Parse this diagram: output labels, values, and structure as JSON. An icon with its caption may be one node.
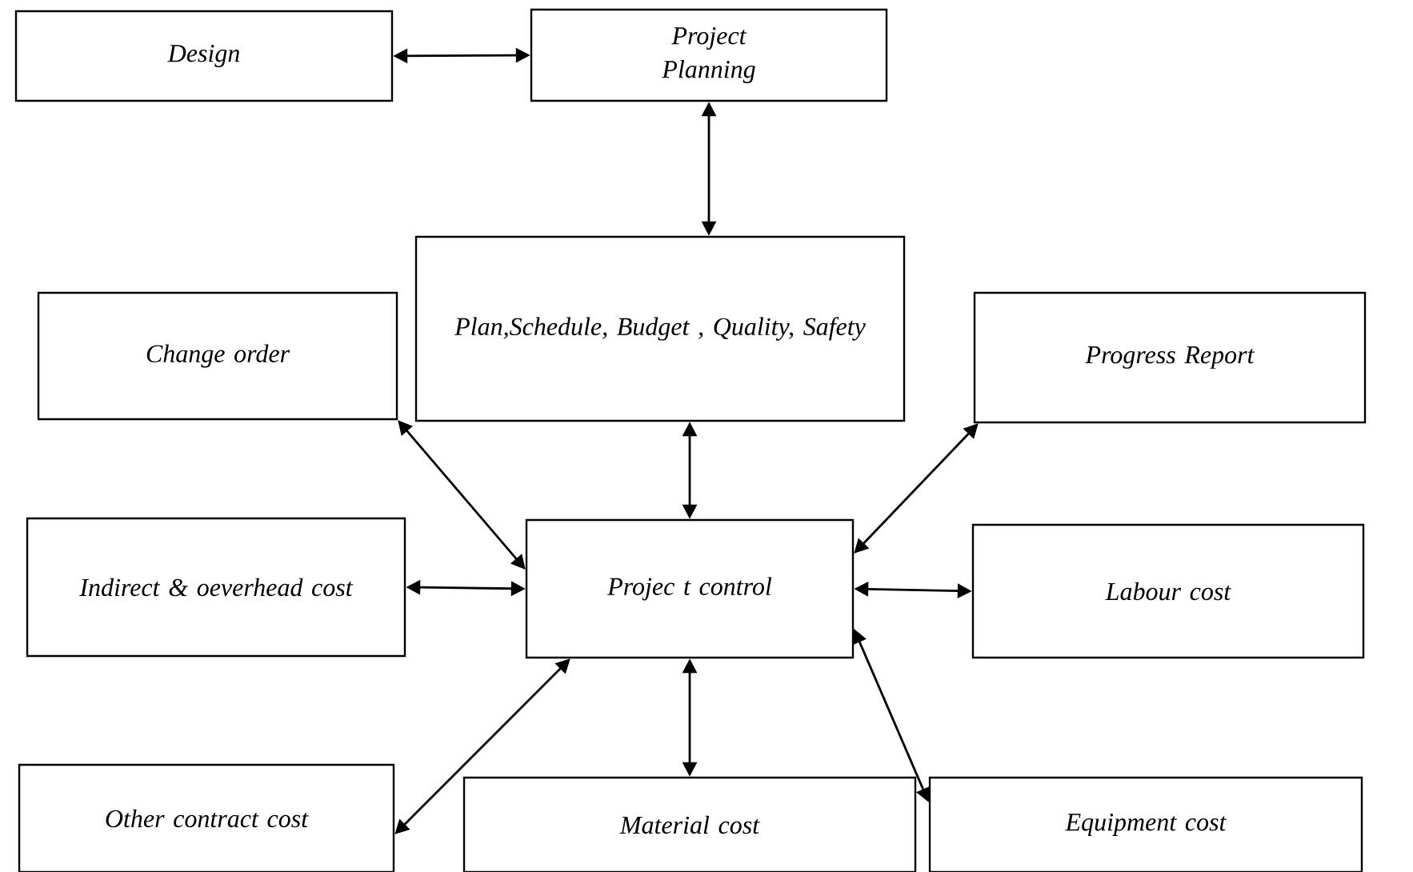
{
  "diagram": {
    "nodes": [
      {
        "text": [
          "Design"
        ]
      },
      {
        "text": [
          "Project Planning"
        ]
      },
      {
        "text": [
          "Plan,Schedule, Budget , Quality, Safety"
        ]
      },
      {
        "text": [
          "Change order"
        ]
      },
      {
        "text": [
          "Progress Report"
        ]
      },
      {
        "text": [
          "Indirect & oeverhead cost"
        ]
      },
      {
        "text": [
          "Projec t control"
        ]
      },
      {
        "text": [
          "Labour cost"
        ]
      },
      {
        "text": [
          "Other contract cost"
        ]
      },
      {
        "text": [
          "Material cost"
        ]
      },
      {
        "text": [
          "Equipment cost"
        ]
      }
    ],
    "edges": [
      {
        "from": 0,
        "to": 1,
        "arrow": "both"
      },
      {
        "from": 1,
        "to": 2,
        "arrow": "both"
      },
      {
        "from": 2,
        "to": 6,
        "arrow": "both"
      },
      {
        "from": 3,
        "to": 6,
        "arrow": "both"
      },
      {
        "from": 6,
        "to": 4,
        "arrow": "both"
      },
      {
        "from": 5,
        "to": 6,
        "arrow": "both"
      },
      {
        "from": 6,
        "to": 7,
        "arrow": "both"
      },
      {
        "from": 6,
        "to": 8,
        "arrow": "both"
      },
      {
        "from": 6,
        "to": 9,
        "arrow": "both"
      },
      {
        "from": 6,
        "to": 10,
        "arrow": "both"
      }
    ]
  }
}
